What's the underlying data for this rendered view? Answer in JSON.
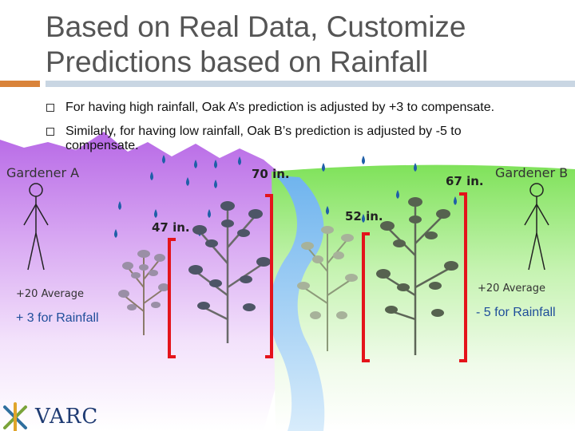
{
  "title": "Based on Real Data, Customize Predictions based on Rainfall",
  "bullets": [
    "For having high rainfall, Oak A’s prediction is adjusted by +3 to compensate.",
    "Similarly, for having low rainfall, Oak B’s prediction is adjusted by -5 to compensate."
  ],
  "gardener_a": {
    "name": "Gardener A",
    "average": "+20 Average",
    "adjustment": "+ 3 for Rainfall"
  },
  "gardener_b": {
    "name": "Gardener B",
    "average": "+20 Average",
    "adjustment": "- 5 for Rainfall"
  },
  "rainfall_labels": {
    "tree1": "47 in.",
    "tree2": "70 in.",
    "tree3": "52 in.",
    "tree4": "67 in."
  },
  "logo": {
    "text": "VARC"
  },
  "colors": {
    "title_text": "#555555",
    "accent": "#d9833a",
    "adjust_text": "#1f4e9a",
    "bracket": "#e4141b",
    "mountains": "#c98be8",
    "hill": "#8fe86b",
    "river": "#8cc6f0"
  }
}
